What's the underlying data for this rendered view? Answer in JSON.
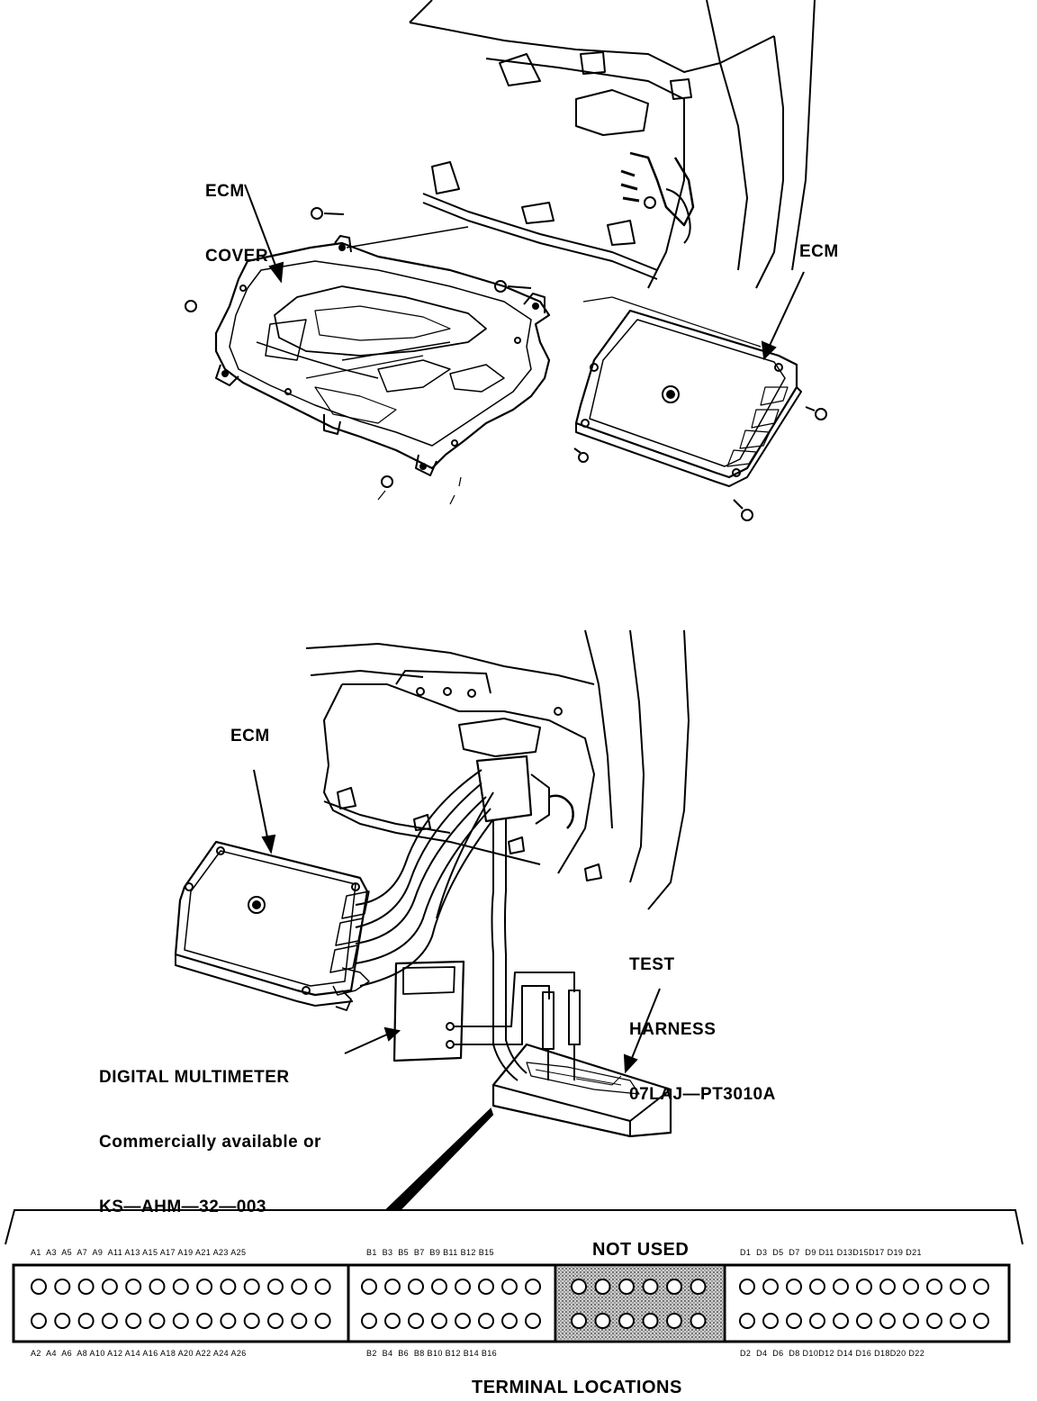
{
  "top_view": {
    "ecm_cover_label_line1": "ECM",
    "ecm_cover_label_line2": "COVER",
    "ecm_label": "ECM"
  },
  "bottom_view": {
    "ecm_label": "ECM",
    "test_harness_line1": "TEST",
    "test_harness_line2": "HARNESS",
    "test_harness_line3": "07LAJ—PT3010A",
    "multimeter_line1": "DIGITAL MULTIMETER",
    "multimeter_line2": "Commercially available or",
    "multimeter_line3": "KS—AHM—32—003"
  },
  "terminals": {
    "a_top": "A1  A3  A5  A7  A9  A11 A13 A15 A17 A19 A21 A23 A25",
    "a_bottom": "A2  A4  A6  A8 A10 A12 A14 A16 A18 A20 A22 A24 A26",
    "b_top": "B1  B3  B5  B7  B9 B11 B12 B15",
    "b_bottom": "B2  B4  B6  B8 B10 B12 B14 B16",
    "not_used": "NOT USED",
    "d_top": "D1  D3  D5  D7  D9 D11 D13D15D17 D19 D21",
    "d_bottom": "D2  D4  D6  D8 D10D12 D14 D16 D18D20 D22",
    "title": "TERMINAL LOCATIONS"
  }
}
